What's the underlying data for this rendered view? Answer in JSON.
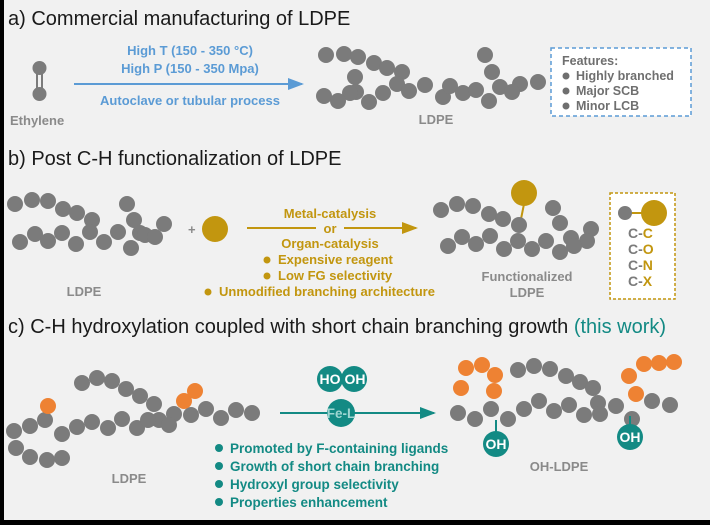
{
  "panels": {
    "a": {
      "title": "a) Commercial manufacturing of LDPE",
      "reactant_label": "Ethylene",
      "condition_1": "High T (150 - 350 °C)",
      "condition_2": "High P (150 - 350 Mpa)",
      "process": "Autoclave or tubular process",
      "product_label": "LDPE",
      "features_title": "Features:",
      "features": [
        "Highly branched",
        "Major SCB",
        "Minor LCB"
      ]
    },
    "b": {
      "title": "b) Post C-H functionalization of LDPE",
      "reactant_label": "LDPE",
      "plus": "+",
      "condition_1": "Metal-catalysis",
      "condition_or": "or",
      "condition_2": "Organ-catalysis",
      "drawbacks": [
        "Expensive reagent",
        "Low FG selectivity",
        "Unmodified branching architecture"
      ],
      "product_label_1": "Functionalized",
      "product_label_2": "LDPE",
      "bond_prefix": "C-",
      "bond_types": [
        "C",
        "O",
        "N",
        "X"
      ]
    },
    "c": {
      "title_main": "c) C-H hydroxylation coupled with short chain branching growth",
      "title_highlight": "(this work)",
      "reactant_label": "LDPE",
      "oxidant_left": "HO",
      "oxidant_right": "OH",
      "catalyst": "Fe-L",
      "advantages": [
        "Promoted by F-containing ligands",
        "Growth of short chain branching",
        "Hydroxyl group selectivity",
        "Properties enhancement"
      ],
      "hydroxyl_label": "OH",
      "product_label": "OH-LDPE"
    }
  },
  "colors": {
    "polymer_gray": "#7b7b7b",
    "blue": "#5b9bd5",
    "gold": "#c2960f",
    "teal": "#138a84",
    "orange": "#ee8233",
    "background": "#f1f1f1"
  }
}
